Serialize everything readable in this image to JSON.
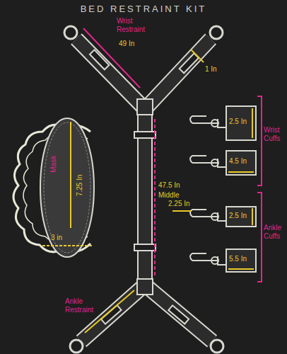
{
  "diagram": {
    "title": "BED RESTRAINT KIT",
    "labels": [
      "Wrist Restraint",
      "49 In",
      "1 In",
      "2.5 In",
      "Wrist Cuffs",
      "4.5 In",
      "Mask",
      "7.25 In",
      "47.5 In",
      "Middle",
      "3 in",
      "2.25 In",
      "2.5 In",
      "Ankle Cuffs",
      "5.5 In",
      "Ankle Restraint"
    ]
  }
}
